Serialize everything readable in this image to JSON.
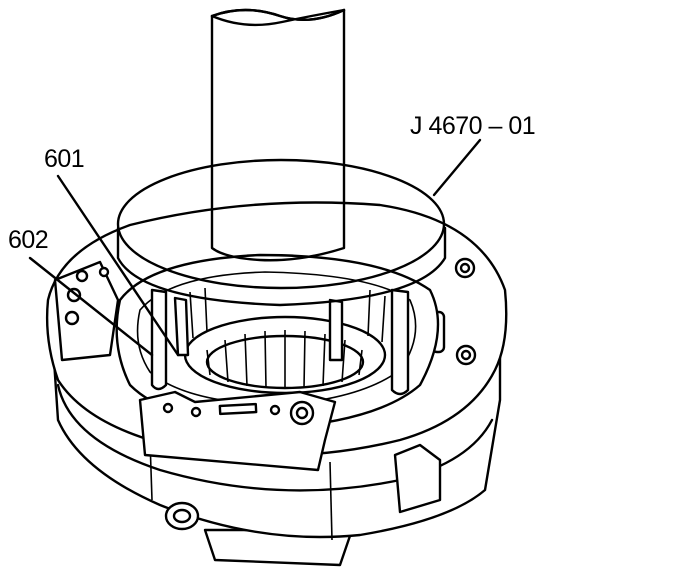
{
  "callouts": {
    "tool": "J 4670 – 01",
    "part_601": "601",
    "part_602": "602"
  },
  "colors": {
    "ink": "#000000",
    "background": "#ffffff",
    "stipple": "#9a9a9a"
  }
}
